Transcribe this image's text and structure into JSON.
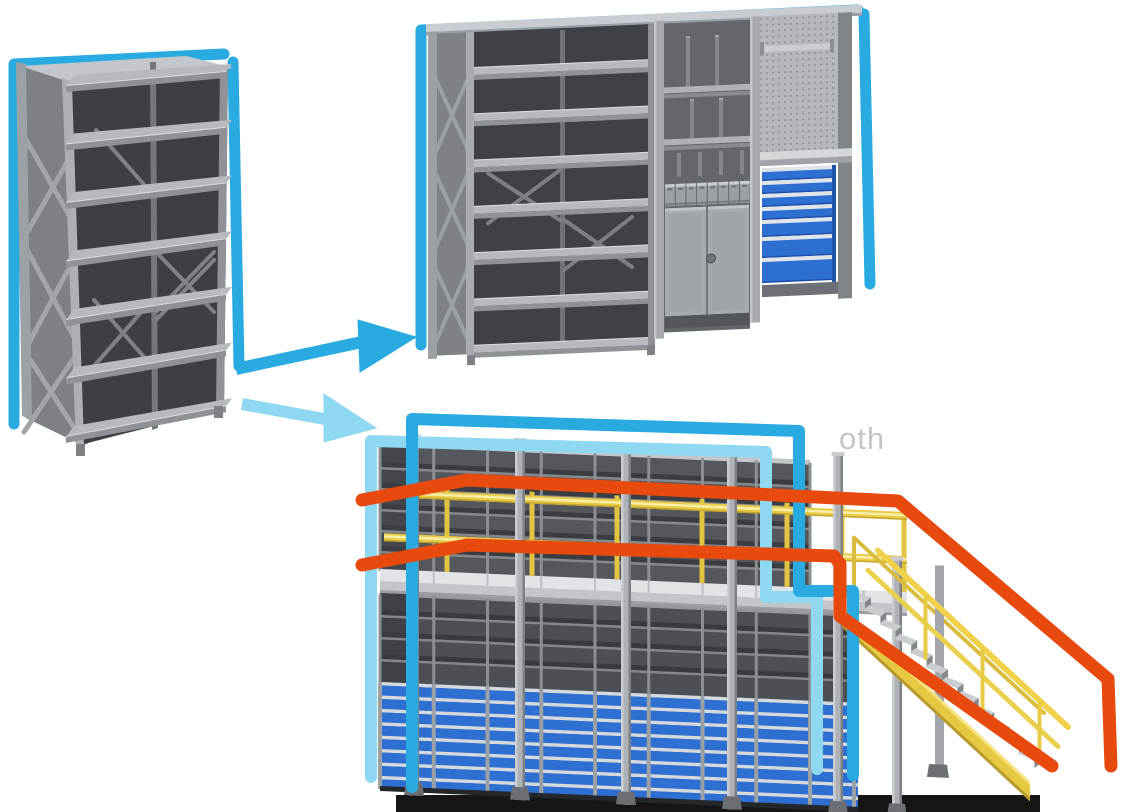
{
  "label": {
    "partial_text": "oth"
  },
  "palette": {
    "background": "#ffffff",
    "highlight_blue": "#29abe2",
    "highlight_light_blue": "#8ed8f1",
    "highlight_orange": "#e8490c",
    "railing_yellow": "#e9cc46",
    "stair_stringer_yellow": "#e6c843",
    "drawer_blue": "#2e6fd2",
    "drawer_blue_dark": "#1d4fa8",
    "steel_light": "#c3c7cb",
    "steel_mid": "#9aa0a4",
    "steel_dark": "#4c4f53",
    "floor_shadow": "#161616"
  },
  "diagram": {
    "base_unit": {
      "type": "single shelving bay",
      "shelf_levels": 7,
      "outline_color": "#29abe2"
    },
    "arrows": [
      {
        "id": "arrow-to-workshop-combination",
        "color": "#29abe2"
      },
      {
        "id": "arrow-to-mezzanine",
        "color": "#8ed8f1"
      }
    ],
    "workshop_combination": {
      "sections": [
        "open shelving bay",
        "compartment shelving with small drawers and double-door cupboard",
        "workbench bay with pegboard and blue drawer cabinet"
      ],
      "shelf_levels": 7,
      "small_drawers": 8,
      "blue_drawers": 7,
      "outline_color": "#29abe2"
    },
    "mezzanine": {
      "tiers": 2,
      "upper_shelf_rows": 5,
      "lower_shelf_rows": 3,
      "drawer_rows": 8,
      "bays": 9,
      "front_columns": 6,
      "railing_rows": 2,
      "stair_steps": 12,
      "railing_color": "#e9cc46",
      "walkway_outline_color": "#e8490c",
      "bay_outline_colors": [
        "#29abe2",
        "#8ed8f1"
      ]
    }
  }
}
